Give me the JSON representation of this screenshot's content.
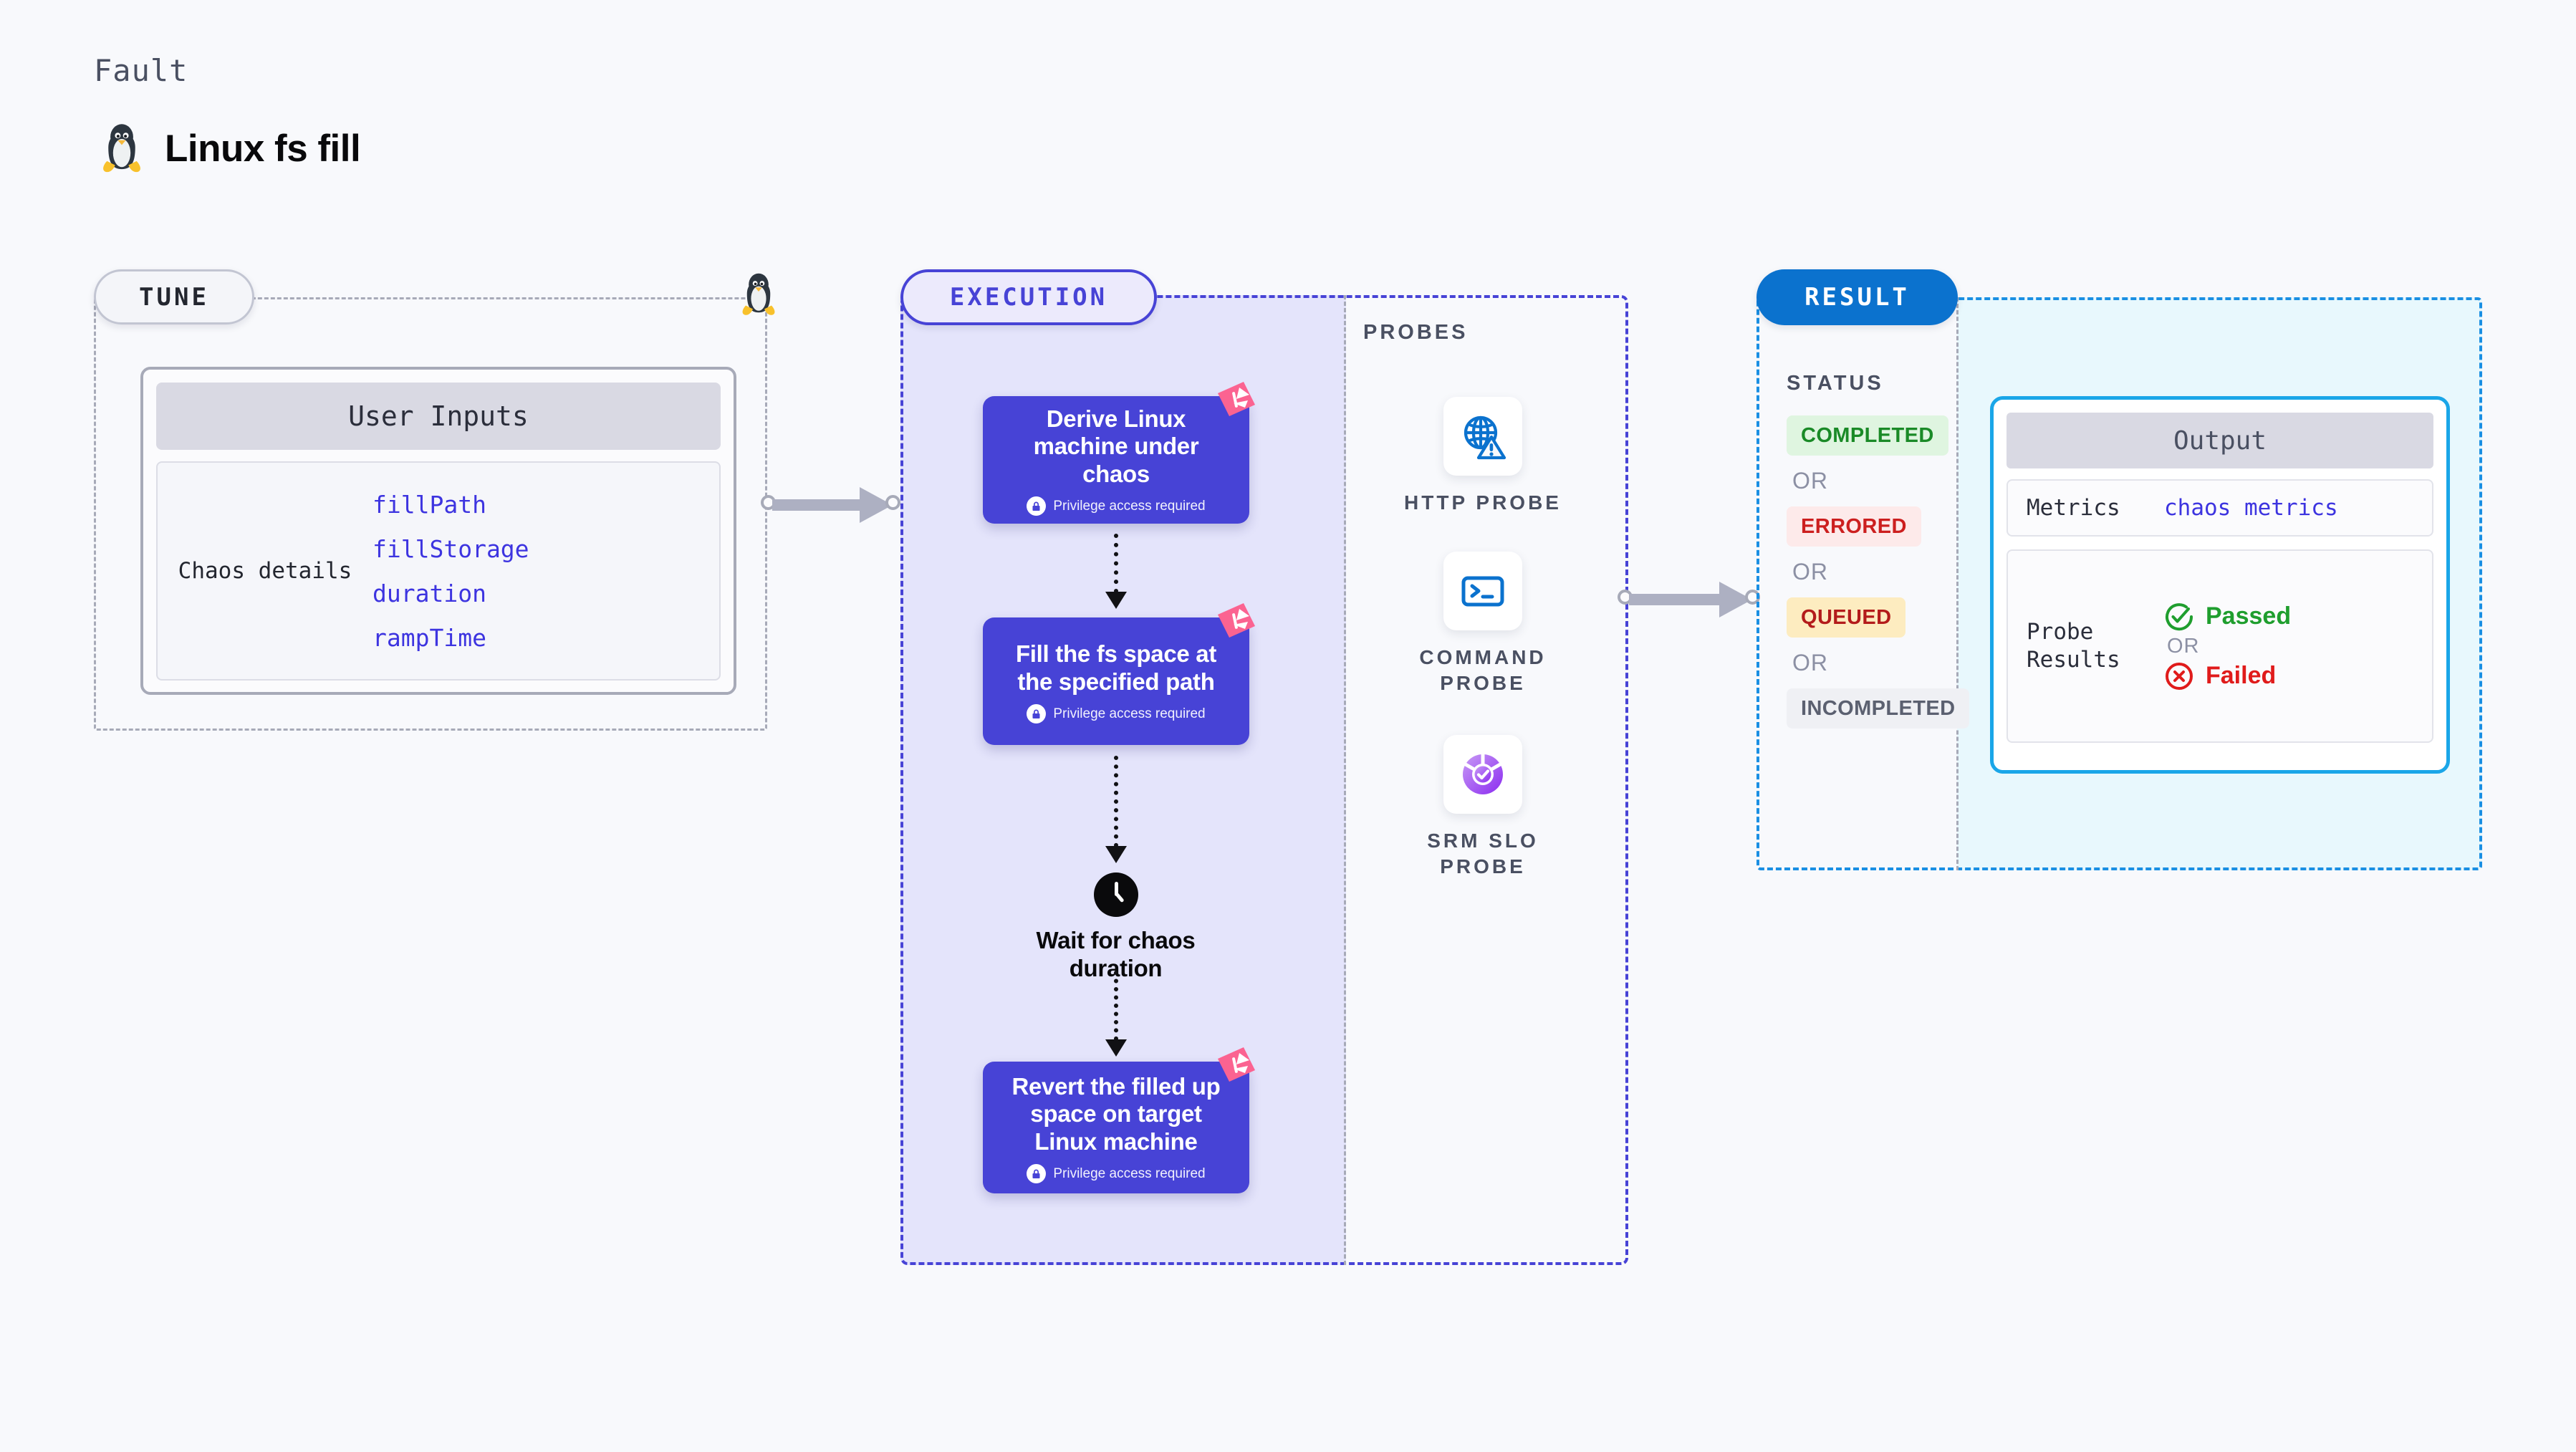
{
  "header": {
    "kicker": "Fault",
    "title": "Linux fs fill",
    "icon": "tux-penguin-icon"
  },
  "tune": {
    "pill_label": "TUNE",
    "card": {
      "title": "User Inputs",
      "row_label": "Chaos details",
      "params": [
        "fillPath",
        "fillStorage",
        "duration",
        "rampTime"
      ]
    },
    "edge_icon": "tux-penguin-icon"
  },
  "execution": {
    "pill_label": "EXECUTION",
    "privilege_note": "Privilege access required",
    "steps": [
      {
        "title": "Derive Linux machine under chaos",
        "privileged": true,
        "badge": "harness-ribbon-icon"
      },
      {
        "title": "Fill the fs space at the specified path",
        "privileged": true,
        "badge": "harness-ribbon-icon"
      },
      {
        "title": "Wait for chaos duration",
        "privileged": false,
        "icon": "clock-icon"
      },
      {
        "title": "Revert the filled up space on target Linux machine",
        "privileged": true,
        "badge": "harness-ribbon-icon"
      }
    ]
  },
  "probes": {
    "title": "PROBES",
    "items": [
      {
        "label": "HTTP PROBE",
        "icon": "globe-warning-icon"
      },
      {
        "label": "COMMAND PROBE",
        "icon": "terminal-icon"
      },
      {
        "label": "SRM SLO PROBE",
        "icon": "slo-donut-check-icon"
      }
    ]
  },
  "result": {
    "pill_label": "RESULT",
    "status_title": "STATUS",
    "or_label": "OR",
    "statuses": [
      {
        "label": "COMPLETED",
        "text_color": "#1a8a27",
        "bg_color": "#dff5e0"
      },
      {
        "label": "ERRORED",
        "text_color": "#cc1f1f",
        "bg_color": "#fdeaea"
      },
      {
        "label": "QUEUED",
        "text_color": "#b31b1b",
        "bg_color": "#fdecc0"
      },
      {
        "label": "INCOMPLETED",
        "text_color": "#5b6070",
        "bg_color": "#eff0f4"
      }
    ],
    "output": {
      "title": "Output",
      "metrics_label": "Metrics",
      "metrics_value": "chaos metrics",
      "probe_results_label": "Probe Results",
      "passed_label": "Passed",
      "failed_label": "Failed",
      "or_label": "OR",
      "passed_color": "#1f9e2e",
      "failed_color": "#e01b1b"
    }
  },
  "colors": {
    "background": "#f8f9fc",
    "indigo": "#4743d6",
    "blue": "#0b72ce",
    "cyan": "#1aa6e8",
    "gray_dash": "#a7aab8",
    "pink": "#fb6391"
  }
}
